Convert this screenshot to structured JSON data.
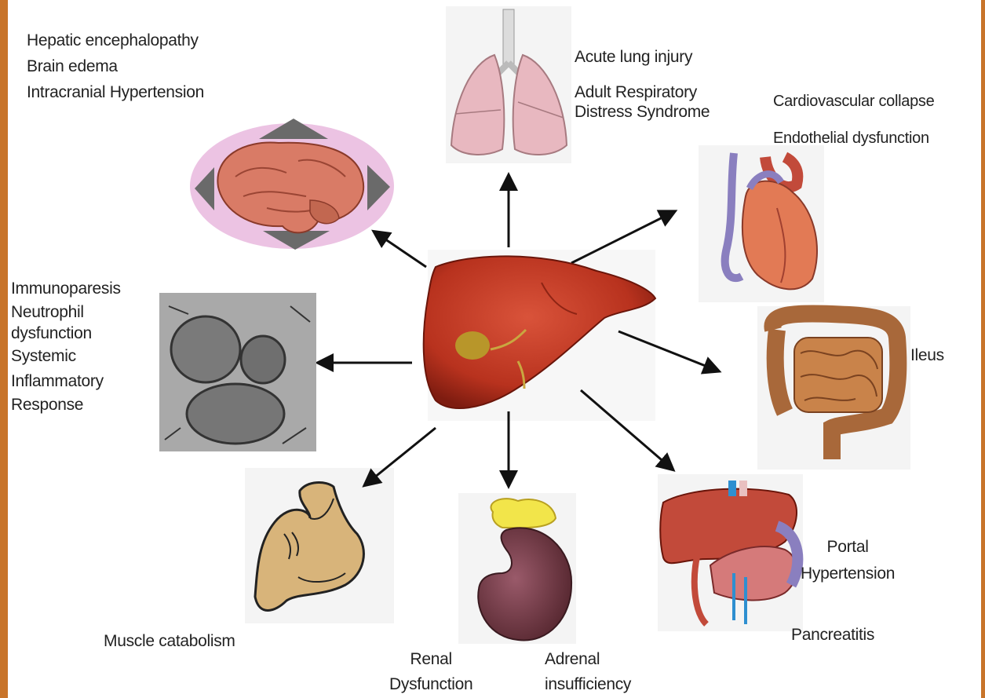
{
  "liver_label": "",
  "labels": {
    "brain": [
      "Hepatic encephalopathy",
      "Brain edema",
      "Intracranial Hypertension"
    ],
    "lung": [
      "Acute lung injury",
      "Adult Respiratory",
      "Distress Syndrome"
    ],
    "heart": [
      "Cardiovascular collapse",
      "Endothelial dysfunction"
    ],
    "immune": [
      "Immunoparesis",
      "Neutrophil",
      "dysfunction",
      "Systemic",
      "Inflammatory",
      "Response"
    ],
    "intestine": [
      "Ileus"
    ],
    "portal": [
      "Portal",
      "Hypertension"
    ],
    "pancreas": [
      "Pancreatitis"
    ],
    "muscle": [
      "Muscle catabolism"
    ],
    "renal": [
      "Renal",
      "Dysfunction"
    ],
    "adrenal": [
      "Adrenal",
      "insufficiency"
    ]
  },
  "colors": {
    "frame": "#c8742a",
    "liver": "#b8321e",
    "arrow": "#111111"
  }
}
